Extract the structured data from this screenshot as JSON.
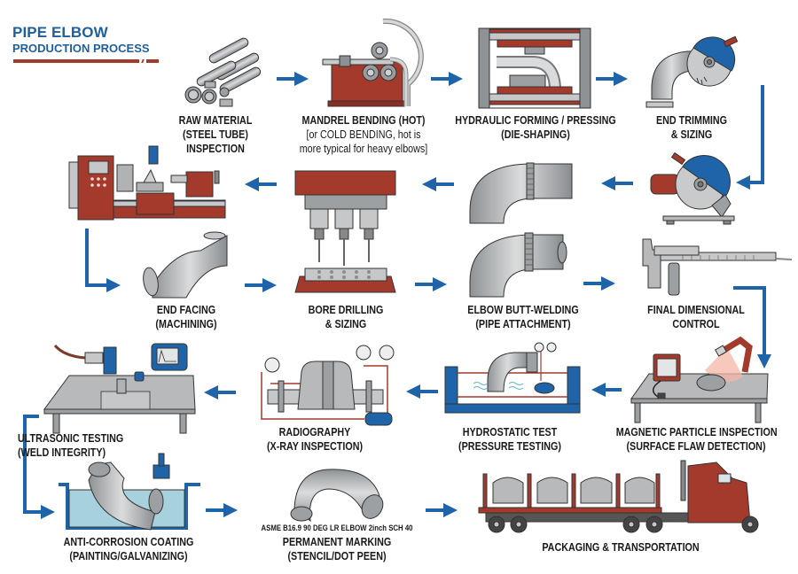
{
  "header": {
    "title_line1": "PIPE ELBOW",
    "title_line2": "PRODUCTION PROCESS"
  },
  "colors": {
    "title_blue": "#1f5f9c",
    "arrow_blue": "#1f64a8",
    "machine_red": "#a33a2c",
    "steel_gray": "#b7b9bb",
    "tool_blue": "#1f64a8"
  },
  "steps": [
    {
      "id": 1,
      "icon": "steel-tubes-icon",
      "lines": [
        "RAW MATERIAL",
        "(STEEL TUBE)",
        "INSPECTION"
      ]
    },
    {
      "id": 2,
      "icon": "mandrel-bender-icon",
      "lines": [
        "MANDREL BENDING (HOT)",
        "[or COLD BENDING, hot is",
        "more typical for heavy elbows]"
      ]
    },
    {
      "id": 3,
      "icon": "hydraulic-press-icon",
      "lines": [
        "HYDRAULIC FORMING / PRESSING",
        "(DIE-SHAPING)"
      ]
    },
    {
      "id": 4,
      "icon": "angle-grinder-icon",
      "lines": [
        "END TRIMMING",
        "& SIZING"
      ]
    },
    {
      "id": 5,
      "icon": "cutoff-saw-icon",
      "lines": []
    },
    {
      "id": 6,
      "icon": "welded-elbow-icon",
      "lines": []
    },
    {
      "id": 7,
      "icon": "drill-press-icon",
      "lines": []
    },
    {
      "id": 8,
      "icon": "lathe-icon",
      "lines": []
    },
    {
      "id": 9,
      "icon": "faced-elbow-icon",
      "lines": [
        "END FACING",
        "(MACHINING)"
      ]
    },
    {
      "id": 10,
      "icon": "bore-drilling-icon",
      "lines": [
        "BORE DRILLING",
        "& SIZING"
      ]
    },
    {
      "id": 11,
      "icon": "butt-weld-elbow-icon",
      "lines": [
        "ELBOW BUTT-WELDING",
        "(PIPE ATTACHMENT)"
      ]
    },
    {
      "id": 12,
      "icon": "caliper-icon",
      "lines": [
        "FINAL DIMENSIONAL",
        "CONTROL"
      ]
    },
    {
      "id": 13,
      "icon": "magnetic-yoke-icon",
      "lines": [
        "MAGNETIC PARTICLE INSPECTION",
        "(SURFACE FLAW DETECTION)"
      ]
    },
    {
      "id": 14,
      "icon": "hydro-tank-icon",
      "lines": [
        "HYDROSTATIC TEST",
        "(PRESSURE TESTING)"
      ]
    },
    {
      "id": 15,
      "icon": "radiography-rig-icon",
      "lines": [
        "RADIOGRAPHY",
        "(X-RAY INSPECTION)"
      ]
    },
    {
      "id": 16,
      "icon": "ultrasonic-tester-icon",
      "lines": [
        "ULTRASONIC TESTING",
        "(WELD INTEGRITY)"
      ]
    },
    {
      "id": 17,
      "icon": "coating-tank-icon",
      "lines": [
        "ANTI-CORROSION COATING",
        "(PAINTING/GALVANIZING)"
      ]
    },
    {
      "id": 18,
      "icon": "marked-elbow-icon",
      "lines": [
        "PERMANENT MARKING",
        "(STENCIL/DOT PEEN)"
      ]
    },
    {
      "id": 19,
      "icon": "flatbed-truck-icon",
      "lines": [
        "PACKAGING & TRANSPORTATION"
      ]
    }
  ],
  "marking_stamp": "ASME B16.9 90 DEG LR ELBOW 2inch SCH 40"
}
